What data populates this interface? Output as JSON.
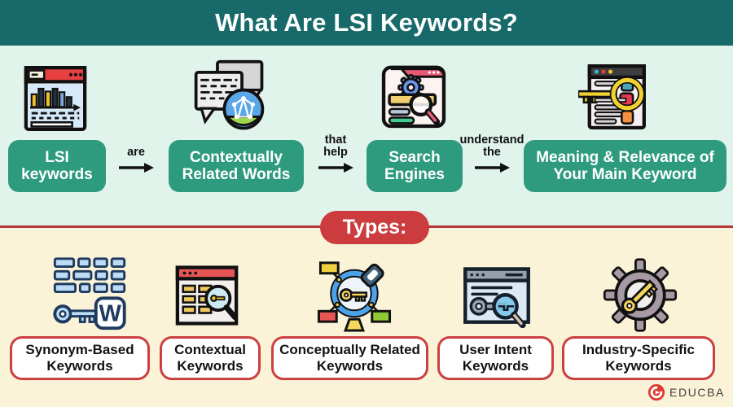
{
  "header": {
    "title": "What Are LSI Keywords?"
  },
  "flow": {
    "steps": [
      {
        "label": "LSI keywords",
        "icon": "bar-chart-browser-icon"
      },
      {
        "label": "Contextually Related Words",
        "icon": "chat-bubbles-network-icon"
      },
      {
        "label": "Search Engines",
        "icon": "search-gear-browser-icon"
      },
      {
        "label": "Meaning & Relevance of Your Main Keyword",
        "icon": "keyword-magnifier-browser-icon"
      }
    ],
    "connectors": [
      {
        "label": "are"
      },
      {
        "label": "that help"
      },
      {
        "label": "understand the"
      }
    ]
  },
  "types": {
    "badge": "Types:",
    "items": [
      {
        "label": "Synonym-Based Keywords",
        "icon": "synonym-blocks-key-icon",
        "icon_letter": "W"
      },
      {
        "label": "Contextual Keywords",
        "icon": "contextual-browser-magnifier-icon"
      },
      {
        "label": "Conceptually Related Keywords",
        "icon": "concept-map-magnifier-icon"
      },
      {
        "label": "User Intent Keywords",
        "icon": "user-intent-key-magnifier-icon"
      },
      {
        "label": "Industry-Specific Keywords",
        "icon": "industry-gear-key-icon"
      }
    ]
  },
  "footer": {
    "brand": "EDUCBA"
  },
  "colors": {
    "header_bg": "#176a69",
    "top_section_bg": "#e1f4ec",
    "bottom_section_bg": "#faf3d7",
    "step_box_bg": "#2f9b7e",
    "badge_bg": "#cc3b3d",
    "divider": "#b5373a",
    "type_box_border": "#cb4040",
    "brand_red": "#e0392e"
  }
}
